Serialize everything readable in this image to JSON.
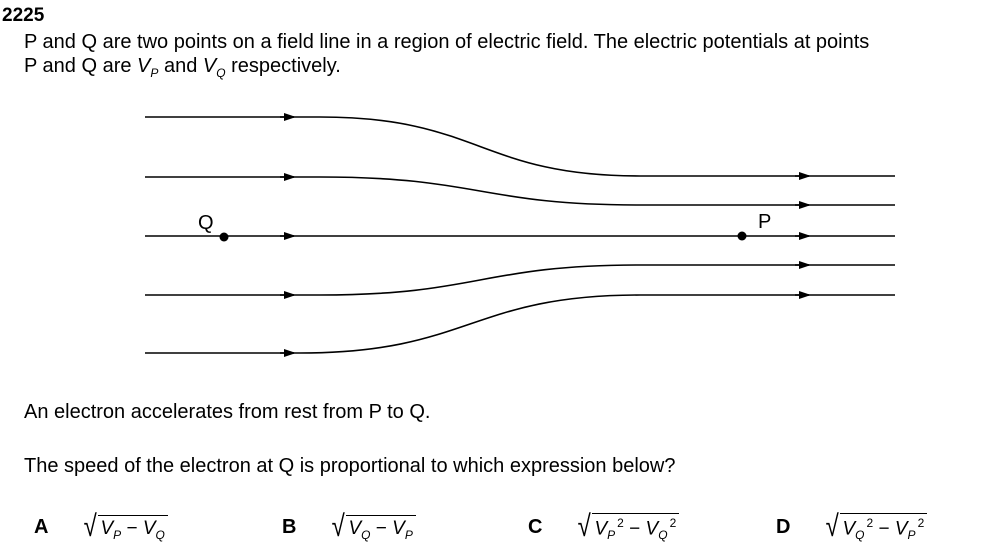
{
  "question_number": "2225",
  "stem_line1": "P and Q are two points on a field line in a region of electric field. The electric potentials at points",
  "stem_line2_pre": "P and Q are ",
  "stem_line2_and": " and ",
  "stem_line2_post": " respectively.",
  "V": "V",
  "P": "P",
  "Q": "Q",
  "diagram": {
    "label_p": "P",
    "label_q": "Q"
  },
  "statement": "An electron accelerates from rest from P to Q.",
  "question": "The speed of the electron at Q is proportional to which expression below?",
  "options": [
    {
      "letter": "A",
      "first": "P",
      "second": "Q",
      "squared": false
    },
    {
      "letter": "B",
      "first": "Q",
      "second": "P",
      "squared": false
    },
    {
      "letter": "C",
      "first": "P",
      "second": "Q",
      "squared": true
    },
    {
      "letter": "D",
      "first": "Q",
      "second": "P",
      "squared": true
    }
  ],
  "minus": "−",
  "sq": "2",
  "radical": "√"
}
